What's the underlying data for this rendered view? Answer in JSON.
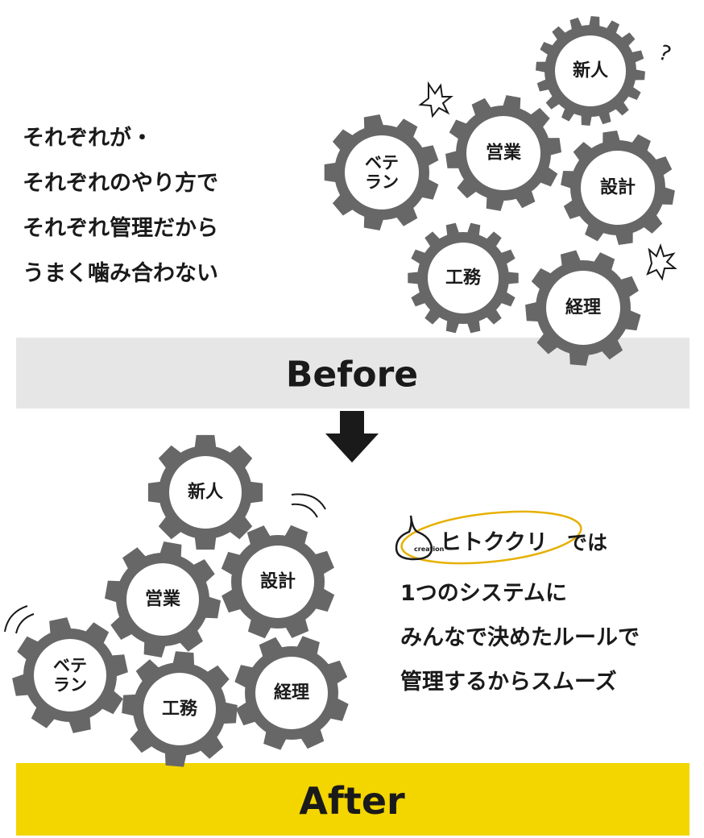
{
  "colors": {
    "gear": "#676767",
    "gear_face": "#ffffff",
    "before_band": "#e6e6e6",
    "after_band": "#f3d500",
    "text": "#1a1a1a",
    "logo_ring": "#e6b000"
  },
  "before": {
    "caption_lines": [
      "それぞれが・",
      "それぞれのやり方で",
      "それぞれ管理だから",
      "うまく噛み合わない"
    ],
    "band_label": "Before",
    "gears": [
      "新人",
      "営業",
      "設計",
      "ベテ\nラン",
      "工務",
      "経理"
    ],
    "marks": {
      "question": "?"
    }
  },
  "after": {
    "band_label": "After",
    "gears": [
      "新人",
      "営業",
      "設計",
      "ベテ\nラン",
      "工務",
      "経理"
    ],
    "logo": {
      "name": "ヒトククリ",
      "small_text": "creation"
    },
    "caption_suffix": "では",
    "caption_lines": [
      "1つのシステムに",
      "みんなで決めたルールで",
      "管理するからスムーズ"
    ]
  }
}
